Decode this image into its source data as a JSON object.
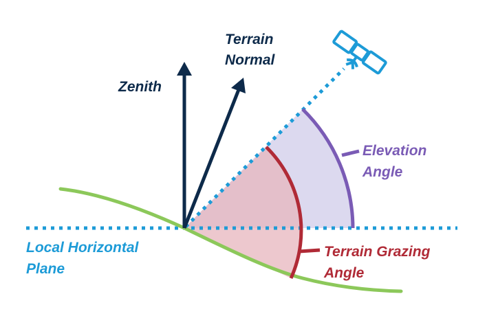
{
  "labels": {
    "zenith": "Zenith",
    "terrain_normal_1": "Terrain",
    "terrain_normal_2": "Normal",
    "elevation_1": "Elevation",
    "elevation_2": "Angle",
    "grazing_1": "Terrain Grazing",
    "grazing_2": "Angle",
    "horizontal_1": "Local Horizontal",
    "horizontal_2": "Plane"
  },
  "colors": {
    "navy": "#0d2a4a",
    "blue": "#1d9bd7",
    "purple": "#7a5bb5",
    "purple_fill": "#d6d2ec",
    "red": "#b02a36",
    "red_fill": "#eac6cb",
    "green": "#8cc85a"
  },
  "icons": {
    "satellite": "satellite-icon"
  }
}
